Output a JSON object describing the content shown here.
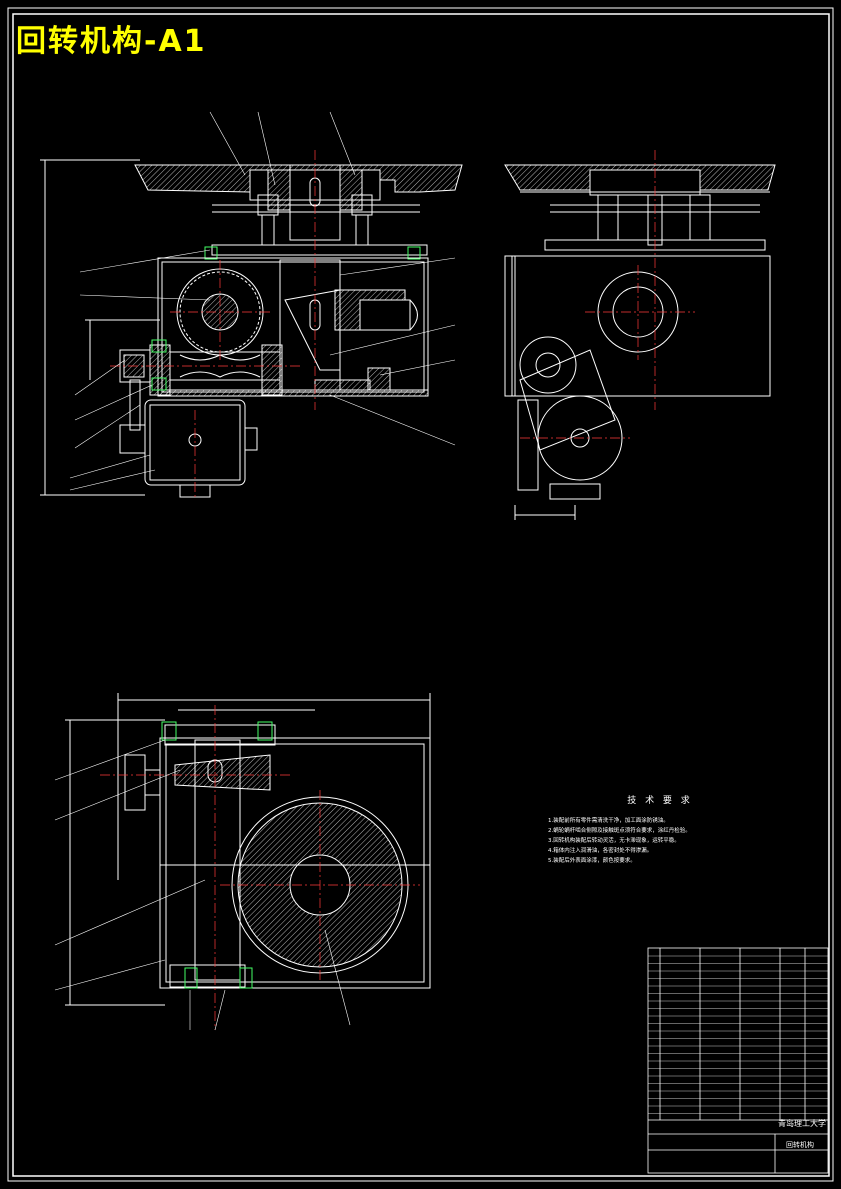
{
  "title": "回转机构-A1",
  "views": [
    "front-section-view",
    "side-view",
    "top-section-view"
  ],
  "technical_requirements": {
    "heading": "技 术 要 求",
    "lines": [
      "1.装配前所有零件需清洗干净，加工面涂防锈油。",
      "2.蜗轮蜗杆啮合侧隙及接触斑点须符合要求，涂红丹检验。",
      "3.回转机构装配后转动灵活，无卡滞现象，运转平稳。",
      "4.箱体内注入润滑油，各密封处不得渗漏。",
      "5.装配后外表面涂漆，颜色按要求。"
    ]
  },
  "title_block": {
    "school": "青岛理工大学",
    "drawing_name": "回转机构"
  },
  "colors": {
    "background": "#000000",
    "line": "#ffffff",
    "hatch": "#ffffff",
    "centerline": "#ff3b3b",
    "dimension": "#ffffff",
    "title": "#ffff00",
    "leader": "#ffffff",
    "fastener": "#44ff66"
  }
}
